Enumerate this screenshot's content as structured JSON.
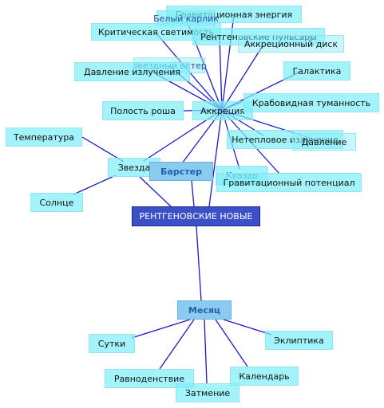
{
  "root": "РЕНТГЕНОВСКИЕ НОВЫЕ",
  "hubs": {
    "accretion": "Аккреция",
    "star": "Звезда",
    "burster": "Барстер",
    "month": "Месяц"
  },
  "accretion_children": {
    "gravity_energy": "Гравитационная энергия",
    "white_dwarf": "Белый карлик",
    "critical_luminosity": "Критическая светимость",
    "xray_pulsars": "Рентгеновские пульсары",
    "accretion_disk": "Аккреционный диск",
    "stellar_wind": "Звездный ветер",
    "radiation_pressure": "Давление излучения",
    "galaxy": "Галактика",
    "roche_cavity": "Полость роша",
    "crab_nebula": "Крабовидная туманность",
    "nonthermal": "Нетепловое излучение",
    "pressure": "Давление",
    "quasar": "Квазар",
    "grav_potential": "Гравитационный потенциал"
  },
  "star_children": {
    "temperature": "Температура",
    "sun": "Солнце"
  },
  "month_children": {
    "day": "Сутки",
    "ecliptic": "Эклиптика",
    "equinox": "Равноденствие",
    "calendar": "Календарь",
    "eclipse": "Затмение"
  }
}
